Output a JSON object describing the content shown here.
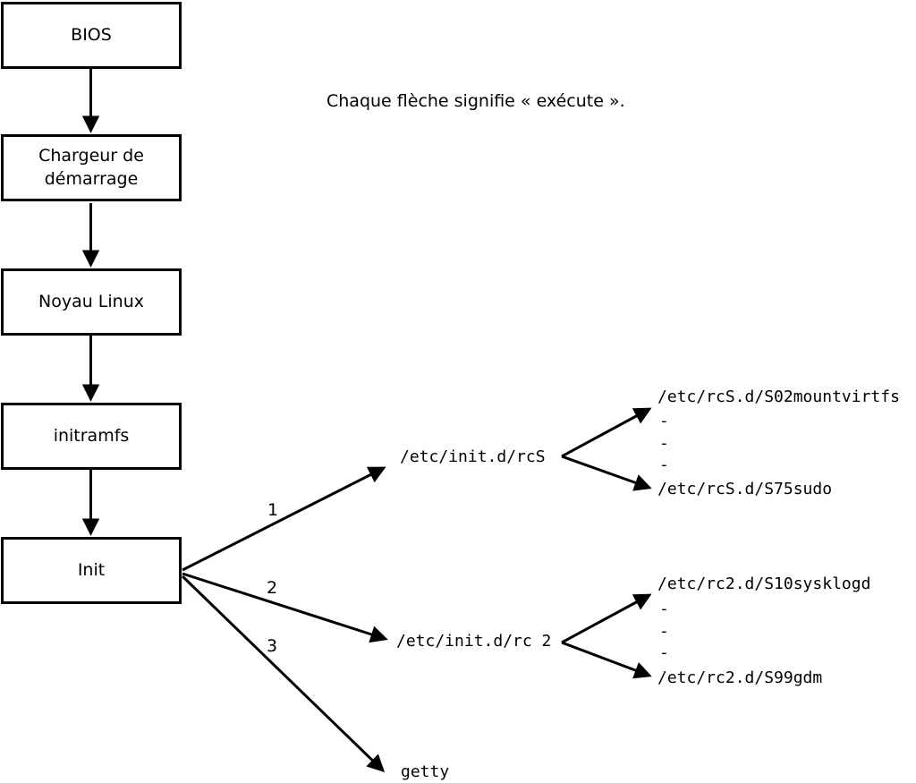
{
  "note": "Chaque flèche signifie « exécute ».",
  "boxes": [
    {
      "label": "BIOS"
    },
    {
      "label": "Chargeur de\ndémarrage"
    },
    {
      "label": "Noyau Linux"
    },
    {
      "label": "initramfs"
    },
    {
      "label": "Init"
    }
  ],
  "branches": [
    {
      "number": "1",
      "target": "/etc/init.d/rcS"
    },
    {
      "number": "2",
      "target": "/etc/init.d/rc 2"
    },
    {
      "number": "3",
      "target": "getty"
    }
  ],
  "fans": [
    {
      "top": "/etc/rcS.d/S02mountvirtfs",
      "dashes": [
        "-",
        "-",
        "-"
      ],
      "bottom": "/etc/rcS.d/S75sudo"
    },
    {
      "top": "/etc/rc2.d/S10sysklogd",
      "dashes": [
        "-",
        "-",
        "-"
      ],
      "bottom": "/etc/rc2.d/S99gdm"
    }
  ],
  "colors": {
    "stroke": "#000000",
    "background": "#ffffff"
  }
}
